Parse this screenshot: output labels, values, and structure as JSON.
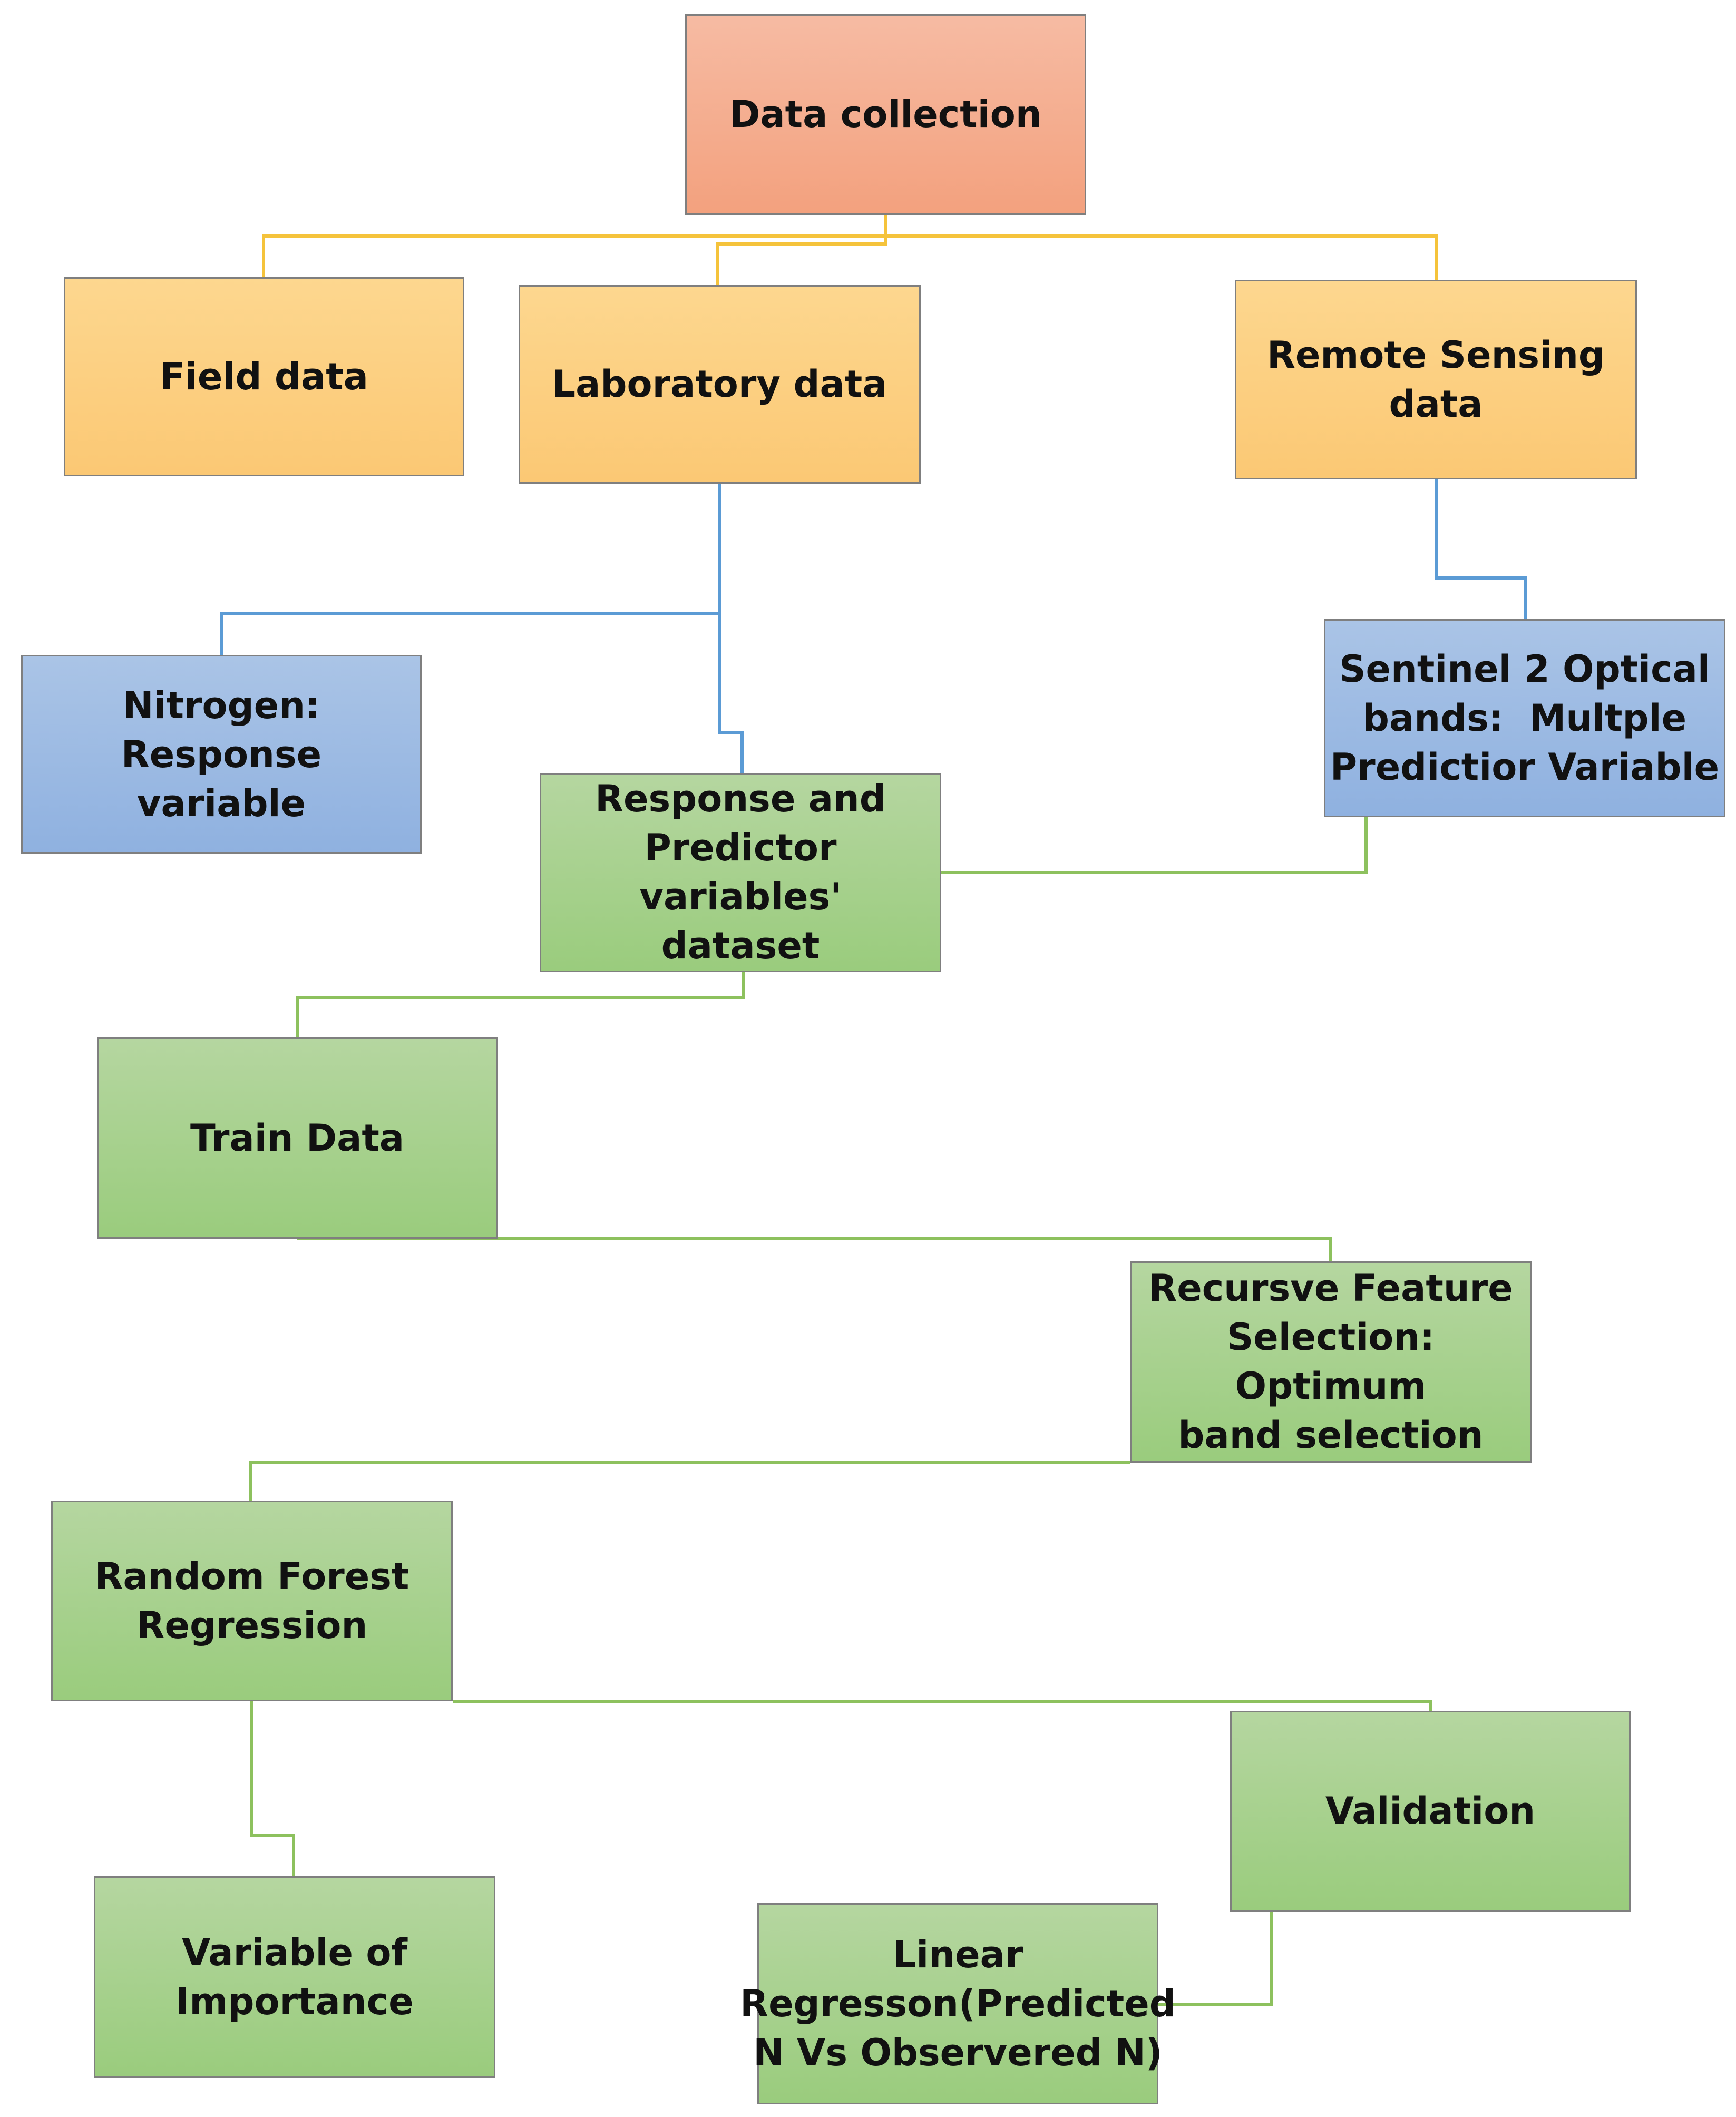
{
  "nodes": {
    "data_collection": "Data collection",
    "field_data": "Field data",
    "laboratory_data": "Laboratory data",
    "remote_sensing_data": "Remote Sensing data",
    "nitrogen": [
      "Nitrogen: Response",
      "variable"
    ],
    "sentinel": [
      "Sentinel 2 Optical",
      "bands:  Multple",
      "Predictior Variable"
    ],
    "response_predictor": [
      "Response and",
      "Predictor variables'",
      "dataset"
    ],
    "train_data": "Train Data",
    "rfs": [
      "Recursve Feature",
      "Selection: Optimum",
      "band selection"
    ],
    "random_forest": [
      "Random Forest",
      "Regression"
    ],
    "validation": "Validation",
    "variable_importance": [
      "Variable of",
      "Importance"
    ],
    "linear_regression": [
      "Linear",
      "Regresson(Predicted",
      "N Vs Observered N)"
    ]
  },
  "colors": {
    "connector_orange": "#f5c33b",
    "connector_blue": "#5b9bd5",
    "connector_green": "#8dc15e"
  }
}
